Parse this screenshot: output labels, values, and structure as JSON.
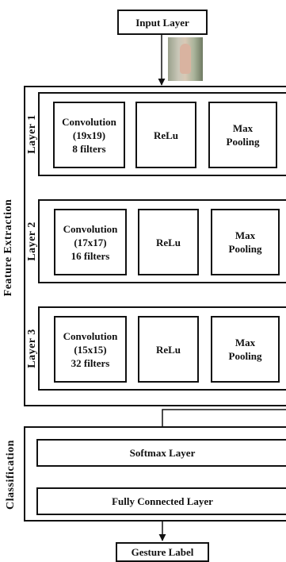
{
  "input_label": "Input Layer",
  "output_label": "Gesture Label",
  "input_image": "hand-gesture-photo",
  "feature_extraction_label": "Feature Extraction",
  "classification_label": "Classification",
  "layers": [
    {
      "name": "Layer 1",
      "conv": "Convolution\n(19x19)\n8 filters",
      "activation": "ReLu",
      "pool": "Max\nPooling"
    },
    {
      "name": "Layer 2",
      "conv": "Convolution\n(17x17)\n16 filters",
      "activation": "ReLu",
      "pool": "Max\nPooling"
    },
    {
      "name": "Layer 3",
      "conv": "Convolution\n(15x15)\n32 filters",
      "activation": "ReLu",
      "pool": "Max\nPooling"
    }
  ],
  "classifier": {
    "softmax": "Softmax Layer",
    "fully_connected": "Fully Connected Layer"
  }
}
